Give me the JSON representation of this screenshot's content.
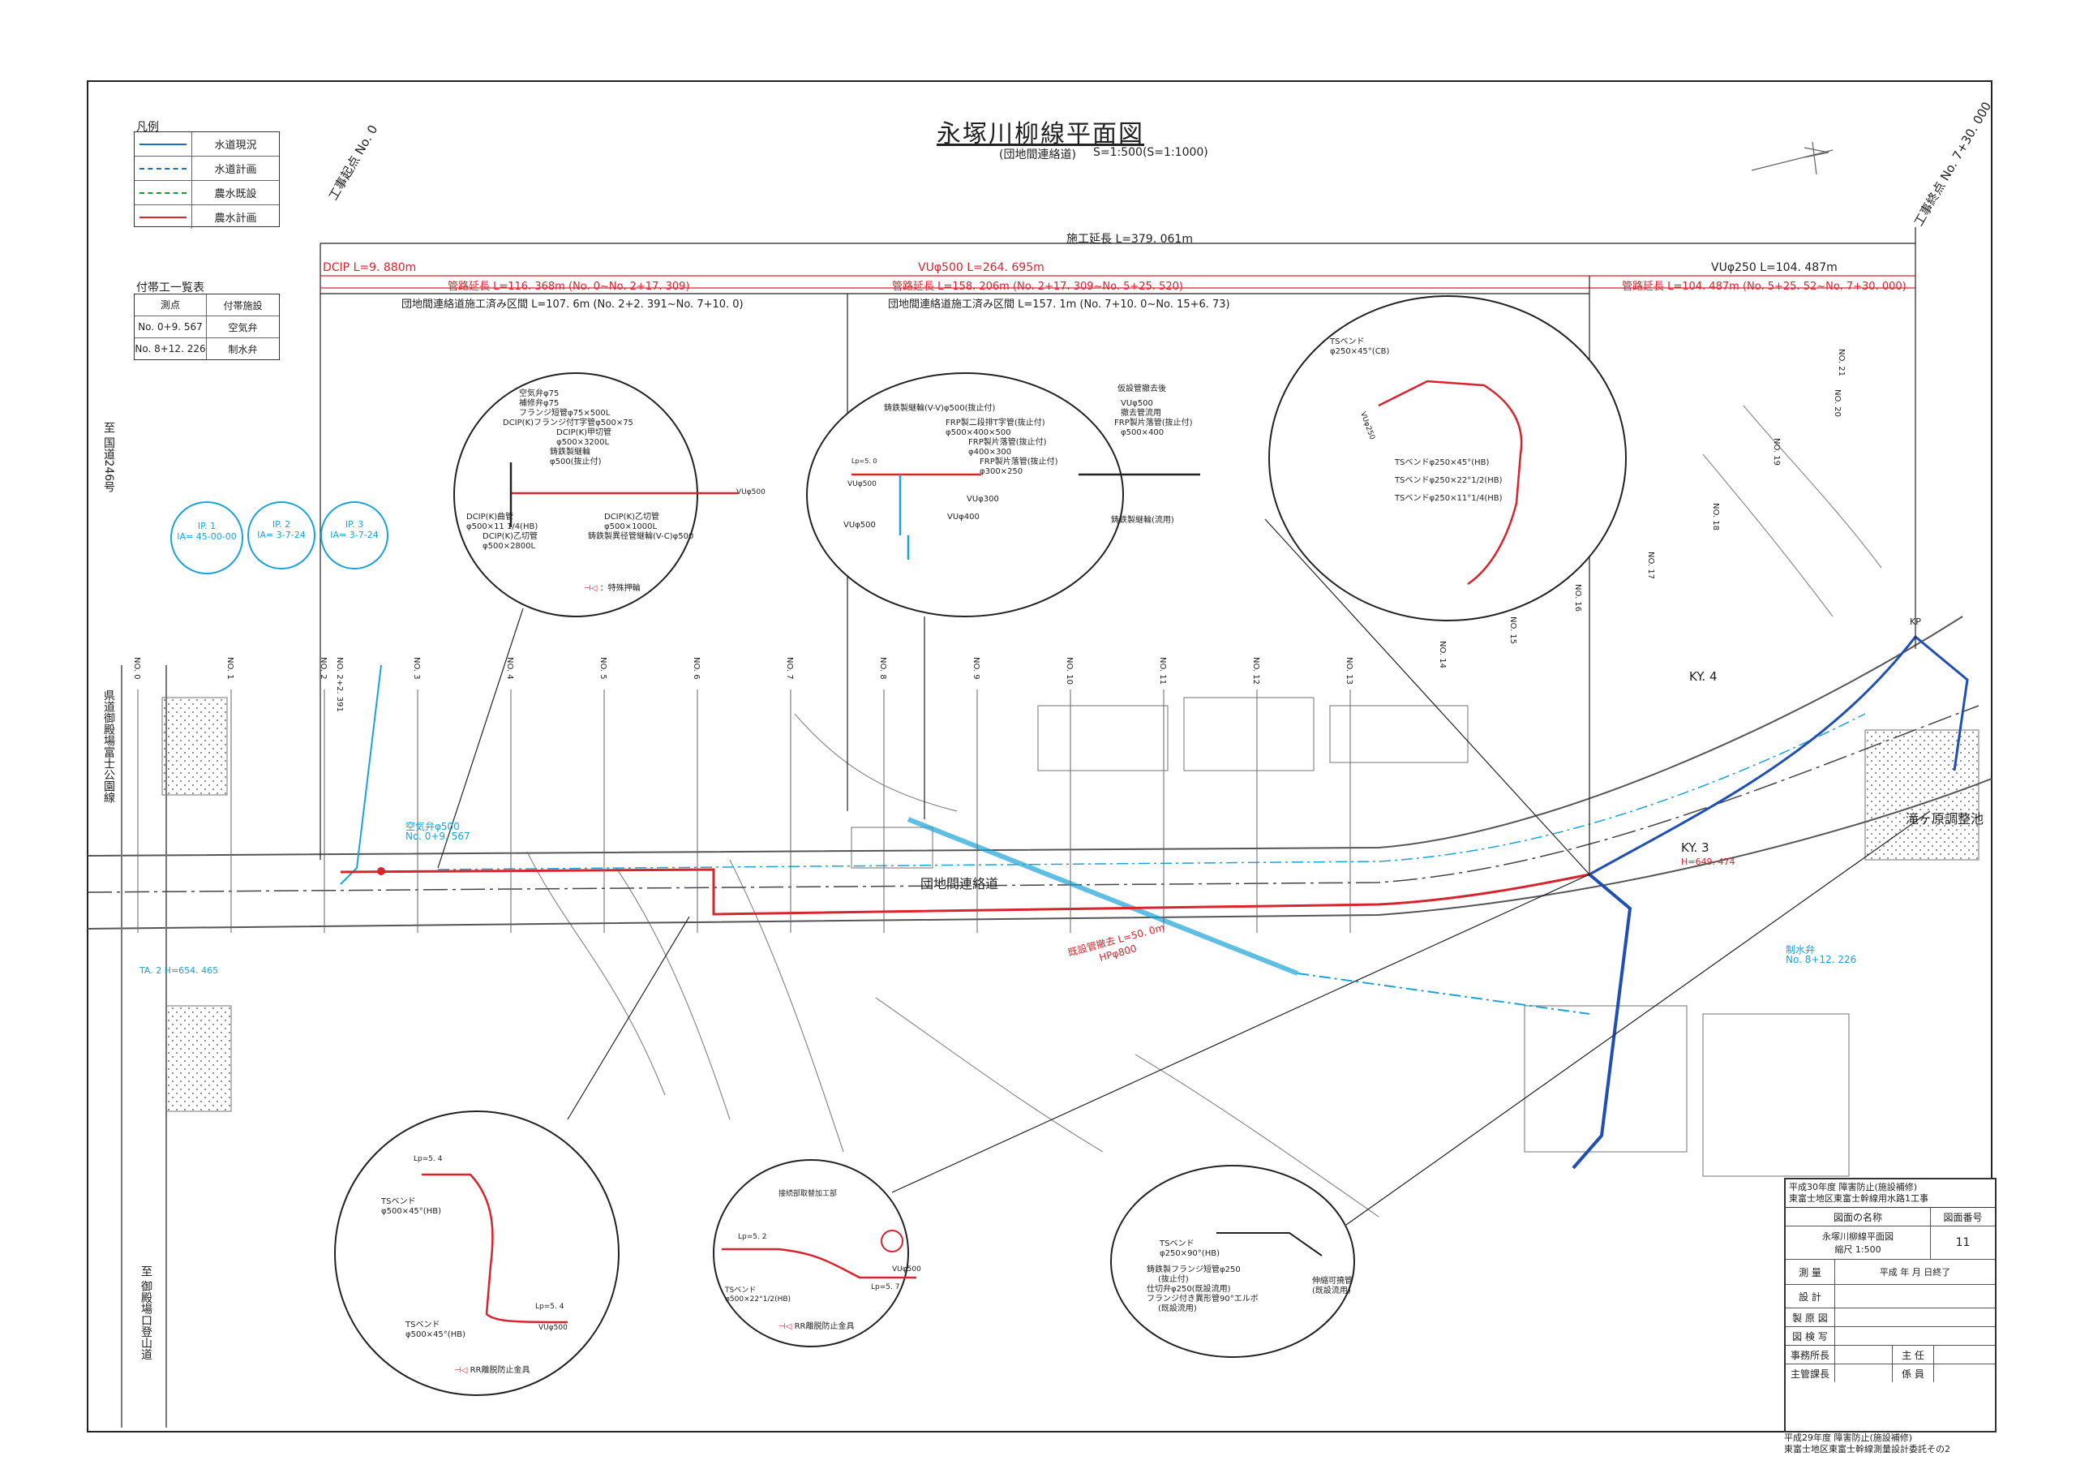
{
  "title": {
    "main": "永塚川柳線平面図",
    "sub": "(団地間連絡道)",
    "scale": "S=1:500(S=1:1000)"
  },
  "legend": {
    "heading": "凡例",
    "items": [
      {
        "label": "水道現況",
        "color": "#1f6fb5",
        "dash": "solid"
      },
      {
        "label": "水道計画",
        "color": "#1f6fb5",
        "dash": "dashdot"
      },
      {
        "label": "農水既設",
        "color": "#1a9a3a",
        "dash": "dashdot"
      },
      {
        "label": "農水計画",
        "color": "#d9232d",
        "dash": "solid"
      }
    ]
  },
  "facilities": {
    "heading": "付帯工一覧表",
    "columns": [
      "測点",
      "付帯施設"
    ],
    "rows": [
      [
        "No. 0+9. 567",
        "空気弁"
      ],
      [
        "No. 8+12. 226",
        "制水弁"
      ]
    ]
  },
  "ip_circles": [
    {
      "name": "IP. 1",
      "ia": "IA=",
      "angle": "45-00-00"
    },
    {
      "name": "IP. 2",
      "ia": "IA=",
      "angle": "3-7-24"
    },
    {
      "name": "IP. 3",
      "ia": "IA=",
      "angle": "3-7-24"
    }
  ],
  "dimensions": {
    "start_point": "工事起点",
    "start_no": "No. 0",
    "end_point": "工事終点",
    "end_no": "No. 7+30. 000",
    "construction_length": "施工延長 L=379. 061m",
    "dcip": "DCIP L=9. 880m",
    "vu500": "VUφ500 L=264. 695m",
    "vu250": "VUφ250 L=104. 487m",
    "pipe1": "管路延長 L=116. 368m (No. 0~No. 2+17. 309)",
    "pipe2": "管路延長 L=158. 206m (No. 2+17. 309~No. 5+25. 520)",
    "pipe3": "管路延長 L=104. 487m (No. 5+25. 52~No. 7+30. 000)",
    "done1": "団地間連絡道施工済み区間 L=107. 6m (No. 2+2. 391~No. 7+10. 0)",
    "done2": "団地間連絡道施工済み区間 L=157. 1m (No. 7+10. 0~No. 15+6. 73)"
  },
  "map_labels": {
    "road_name": "団地間連絡道",
    "route246": "至 国道246号",
    "prefectural_road": "県道御殿場富士公園線",
    "bottom_road": "至 御殿場口登山道",
    "ky3": "KY. 3",
    "ky3_h": "H=649. 474",
    "ky4": "KY. 4",
    "pond": "滝ヶ原調整池",
    "air_valve": "空気弁φ500",
    "air_valve_no": "No. 0+9. 567",
    "control_valve": "制水弁",
    "control_valve_no": "No. 8+12. 226",
    "existing_pipe": "既設管撤去 L=50. 0m",
    "existing_pipe_size": "HPφ800",
    "ta2": "TA. 2 H=654. 465",
    "kp": "KP",
    "station_labels": [
      "NO. 0",
      "NO. 1",
      "NO. 2",
      "NO. 2+2. 391",
      "NO. 3",
      "NO. 4",
      "NO. 5",
      "NO. 6",
      "NO. 7",
      "NO. 8",
      "NO. 9",
      "NO. 10",
      "NO. 11",
      "NO. 12",
      "NO. 13",
      "NO. 14",
      "NO. 15",
      "NO. 16",
      "NO. 17",
      "NO. 18",
      "NO. 19",
      "NO. 20",
      "NO. 21"
    ]
  },
  "details": {
    "d1": {
      "lines": [
        "空気弁φ75",
        "補修弁φ75",
        "フランジ短管φ75×500L",
        "DCIP(K)フランジ付T字管φ500×75",
        "DCIP(K)甲切管",
        "φ500×3200L",
        "鋳鉄製継輪",
        "φ500(抜止付)",
        "DCIP(K)曲管",
        "φ500×11 1/4(HB)",
        "DCIP(K)乙切管",
        "φ500×1000L",
        "DCIP(K)乙切管",
        "φ500×2800L",
        "鋳鉄製異径管継輪(V-C)φ500",
        "VUφ500",
        "：特殊押輪"
      ]
    },
    "d2": {
      "lines": [
        "鋳鉄製継輪(V-V)φ500(抜止付)",
        "FRP製二段排T字管(抜止付)",
        "φ500×400×500",
        "FRP製片落管(抜止付)",
        "φ400×300",
        "FRP製片落管(抜止付)",
        "φ300×250",
        "VUφ500",
        "VUφ300",
        "VUφ400",
        "VUφ500",
        "仮設管撤去後",
        "VUφ500",
        "撤去管流用",
        "FRP製片落管(抜止付)",
        "φ500×400",
        "鋳鉄製継輪(流用)",
        "Lp=5. 0"
      ]
    },
    "d3": {
      "lines": [
        "TSベンド",
        "φ250×45°(CB)",
        "TSベンドφ250×45°(HB)",
        "TSベンドφ250×22°1/2(HB)",
        "TSベンドφ250×11°1/4(HB)",
        "VUφ250"
      ]
    },
    "d4": {
      "lines": [
        "Lp=5. 4",
        "TSベンド",
        "φ500×45°(HB)",
        "TSベンド",
        "φ500×45°(HB)",
        "Lp=5. 4",
        "VUφ500",
        "RR離脱防止金具"
      ]
    },
    "d5": {
      "lines": [
        "接続部取替加工部",
        "Lp=5. 2",
        "TSベンド",
        "φ500×22°1/2(HB)",
        "Lp=5. 7",
        "VUφ500",
        "RR離脱防止金具"
      ]
    },
    "d6": {
      "lines": [
        "TSベンド",
        "φ250×90°(HB)",
        "鋳鉄製フランジ短管φ250",
        "(抜止付)",
        "仕切弁φ250(既設流用)",
        "フランジ付き異形管90°エルボ",
        "(既設流用)",
        "伸縮可撓管",
        "(既設流用)"
      ]
    }
  },
  "title_block": {
    "project1": "平成30年度 障害防止(施設補修)",
    "project2": "東富士地区東富士幹線用水路1工事",
    "col_name": "図面の名称",
    "col_no": "図面番号",
    "drawing_name": "永塚川柳線平面図",
    "drawing_scale": "縮尺 1:500",
    "drawing_no": "11",
    "survey": "測 量",
    "survey_date": "平成 年 月 日終了",
    "design": "設 計",
    "draft": "製 原 図",
    "check": "図 検 写",
    "office_chief": "事務所長",
    "supervisor": "主 任",
    "chief_engineer": "主管課長",
    "staff": "係 員",
    "footer1": "平成29年度 障害防止(施設補修)",
    "footer2": "東富士地区東富士幹線測量設計委託その2"
  },
  "colors": {
    "red": "#d9232d",
    "blue": "#1f6fb5",
    "light_blue": "#1aa3d8",
    "gray": "#9a9a9a",
    "dark": "#222222"
  }
}
